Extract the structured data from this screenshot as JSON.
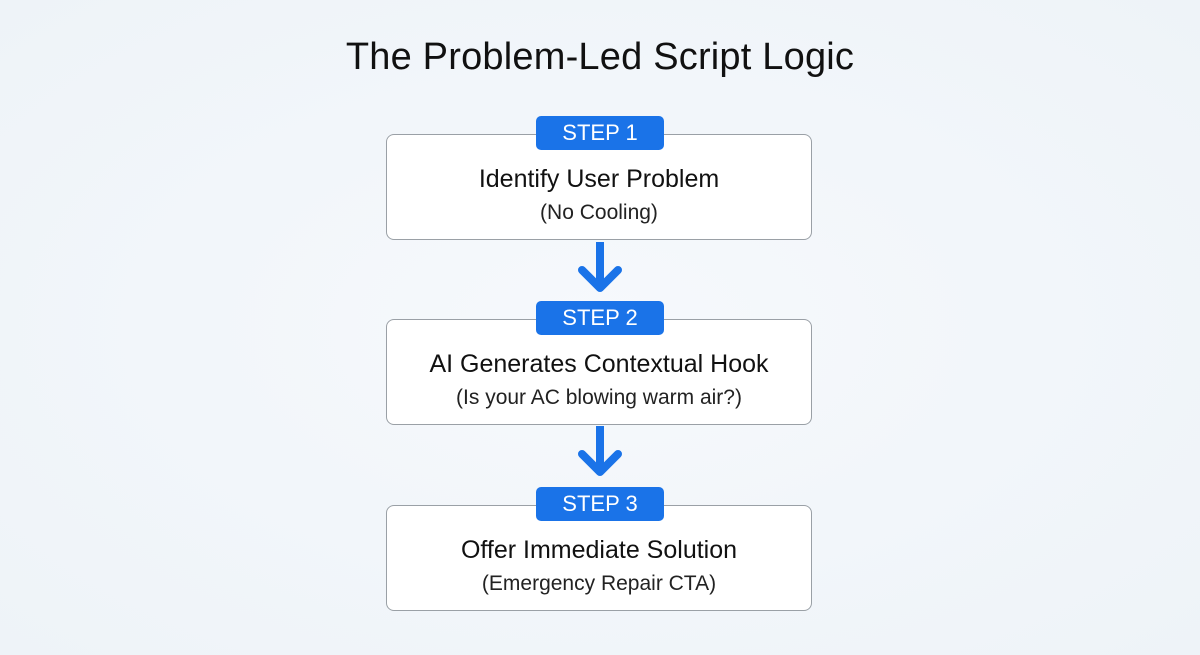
{
  "title": "The Problem-Led Script Logic",
  "colors": {
    "accent": "#1a73e8",
    "box_border": "#9aa0a6",
    "background": "#f1f5f9"
  },
  "steps": [
    {
      "badge": "STEP 1",
      "title": "Identify User Problem",
      "subtitle": "(No Cooling)"
    },
    {
      "badge": "STEP 2",
      "title": "AI Generates Contextual Hook",
      "subtitle": "(Is your AC blowing warm air?)"
    },
    {
      "badge": "STEP 3",
      "title": "Offer Immediate Solution",
      "subtitle": "(Emergency Repair CTA)"
    }
  ],
  "connectors": [
    "arrow-down",
    "arrow-down"
  ]
}
